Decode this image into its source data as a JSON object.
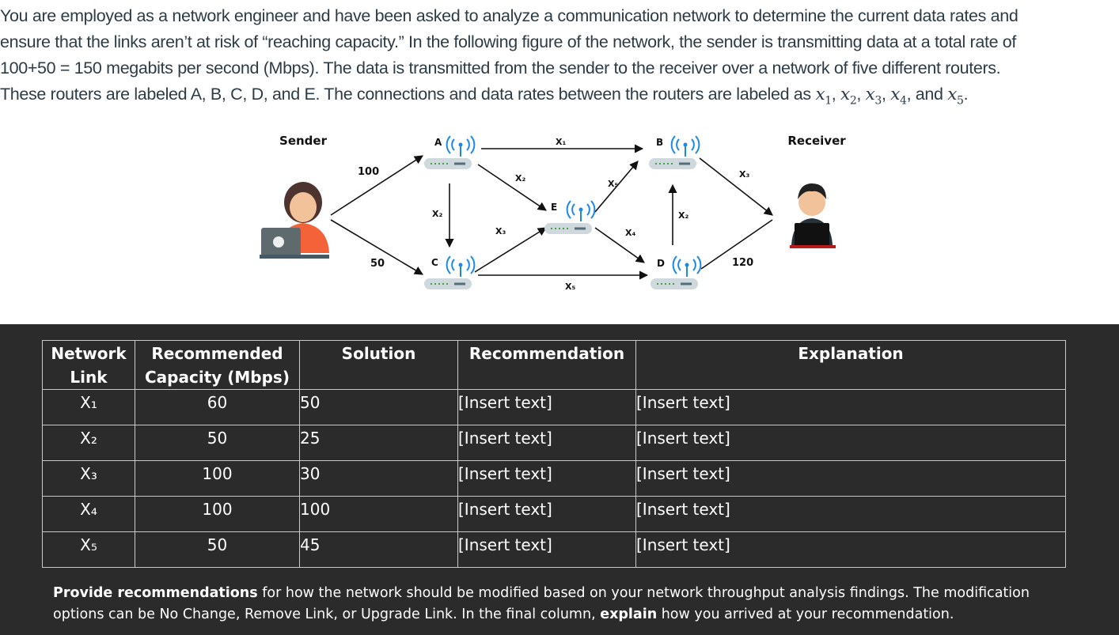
{
  "intro": {
    "line1": "You are employed as a network engineer and have been asked to analyze a communication network to determine the current data rates and",
    "line2": "ensure that the links aren’t at risk of “reaching capacity.” In the following figure of the network, the sender is transmitting data at a total rate of",
    "line3": "100+50 = 150 megabits per second (Mbps). The data is transmitted from the sender to the receiver over a network of five different routers.",
    "line4_a": "These routers are labeled A, B, C, D, and E. The connections and data rates between the routers are labeled as",
    "math_x1": "x",
    "sub1": "1",
    "sep1": ", ",
    "math_x2": "x",
    "sub2": "2",
    "sep2": ", ",
    "math_x3": "x",
    "sub3": "3",
    "sep3": ", ",
    "math_x4": "x",
    "sub4": "4",
    "and_text": ", and ",
    "math_x5": "x",
    "sub5": "5",
    "period": "."
  },
  "diagram": {
    "sender_label": "Sender",
    "receiver_label": "Receiver",
    "router_a": "A",
    "router_b": "B",
    "router_c": "C",
    "router_d": "D",
    "router_e": "E",
    "edge_sender_a": "100",
    "edge_sender_c": "50",
    "edge_d_receiver": "120",
    "edge_a_b": "X₁",
    "edge_a_e": "X₂",
    "edge_a_c": "X₂",
    "edge_c_e": "X₃",
    "edge_c_d": "X₅",
    "edge_e_b": "X₅",
    "edge_e_d": "X₄",
    "edge_d_b": "X₂",
    "edge_b_receiver": "X₃"
  },
  "table": {
    "headers": [
      "Network Link",
      "Recommended Capacity (Mbps)",
      "Solution",
      "Recommendation",
      "Explanation"
    ],
    "header_lines": {
      "h0a": "Network",
      "h0b": "Link",
      "h1a": "Recommended",
      "h1b": "Capacity (Mbps)",
      "h2": "Solution",
      "h3": "Recommendation",
      "h4": "Explanation"
    },
    "rows": [
      {
        "link": "X₁",
        "capacity": "60",
        "solution": "50",
        "recommendation": "[Insert text]",
        "explanation": "[Insert text]"
      },
      {
        "link": "X₂",
        "capacity": "50",
        "solution": "25",
        "recommendation": "[Insert text]",
        "explanation": "[Insert text]"
      },
      {
        "link": "X₃",
        "capacity": "100",
        "solution": "30",
        "recommendation": "[Insert text]",
        "explanation": "[Insert text]"
      },
      {
        "link": "X₄",
        "capacity": "100",
        "solution": "100",
        "recommendation": "[Insert text]",
        "explanation": "[Insert text]"
      },
      {
        "link": "X₅",
        "capacity": "50",
        "solution": "45",
        "recommendation": "[Insert text]",
        "explanation": "[Insert text]"
      }
    ]
  },
  "note": {
    "bold1": "Provide recommendations",
    "text1": " for how the network should be modified based on your network throughput analysis findings. The modification options can be No Change, Remove Link, or Upgrade Link. In the final column, ",
    "bold2": "explain",
    "text2": " how you arrived at your recommendation."
  },
  "colors": {
    "dark_panel": "#2b2b2b",
    "intro_text": "#2d3b45",
    "router_body": "#cfd8dc",
    "router_led": "#43a047",
    "signal": "#1e88e5",
    "sender_shirt": "#f4623a",
    "laptop": "#5f6a6e"
  }
}
